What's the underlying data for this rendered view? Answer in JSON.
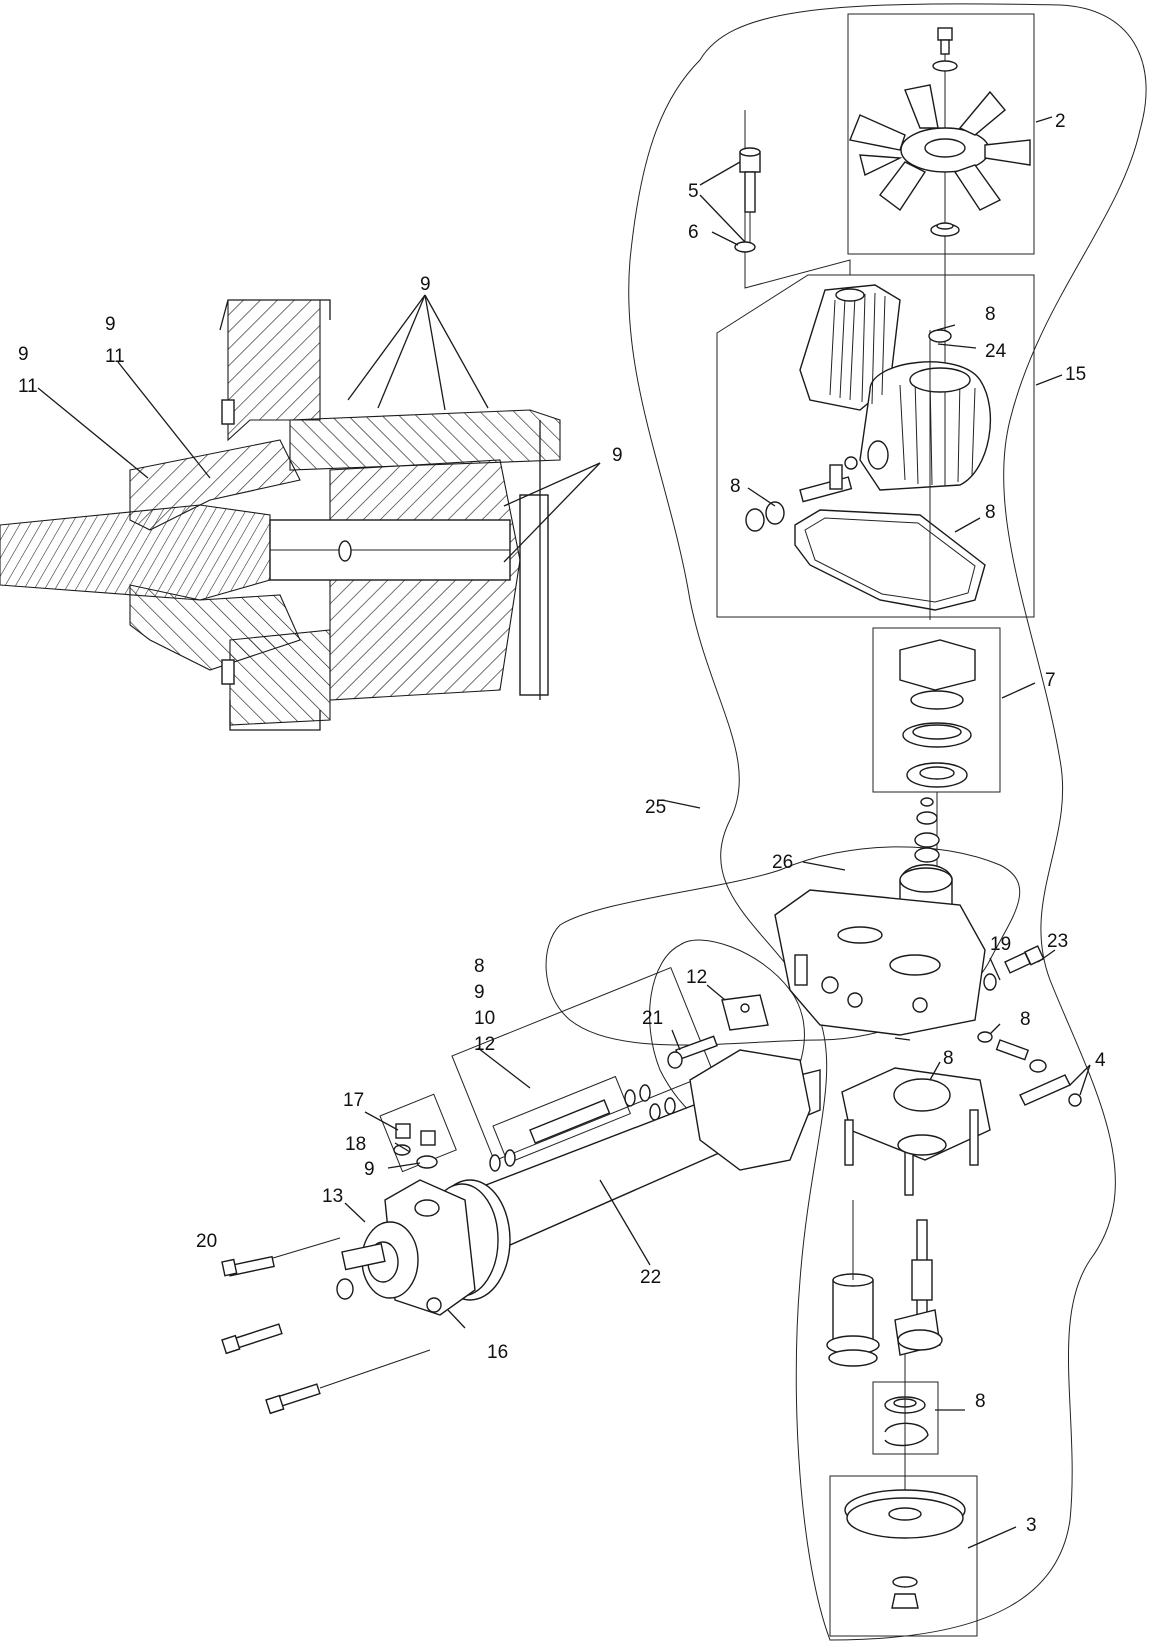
{
  "callouts": {
    "c2": "2",
    "c3": "3",
    "c4": "4",
    "c5": "5",
    "c6": "6",
    "c7": "7",
    "c8a": "8",
    "c8b": "8",
    "c8c": "8",
    "c8d": "8",
    "c8e": "8",
    "c8f": "8",
    "c9_top": "9",
    "c9_left_a": "9",
    "c9_left_b": "9",
    "c9_right": "9",
    "c9_valve": "9",
    "c11_a": "11",
    "c11_b": "11",
    "c12": "12",
    "c13": "13",
    "c15": "15",
    "c16": "16",
    "c17": "17",
    "c18": "18",
    "c19": "19",
    "c20": "20",
    "c21": "21",
    "c22": "22",
    "c23": "23",
    "c24": "24",
    "c25": "25",
    "c26": "26",
    "stack": [
      "8",
      "9",
      "10",
      "12"
    ]
  }
}
